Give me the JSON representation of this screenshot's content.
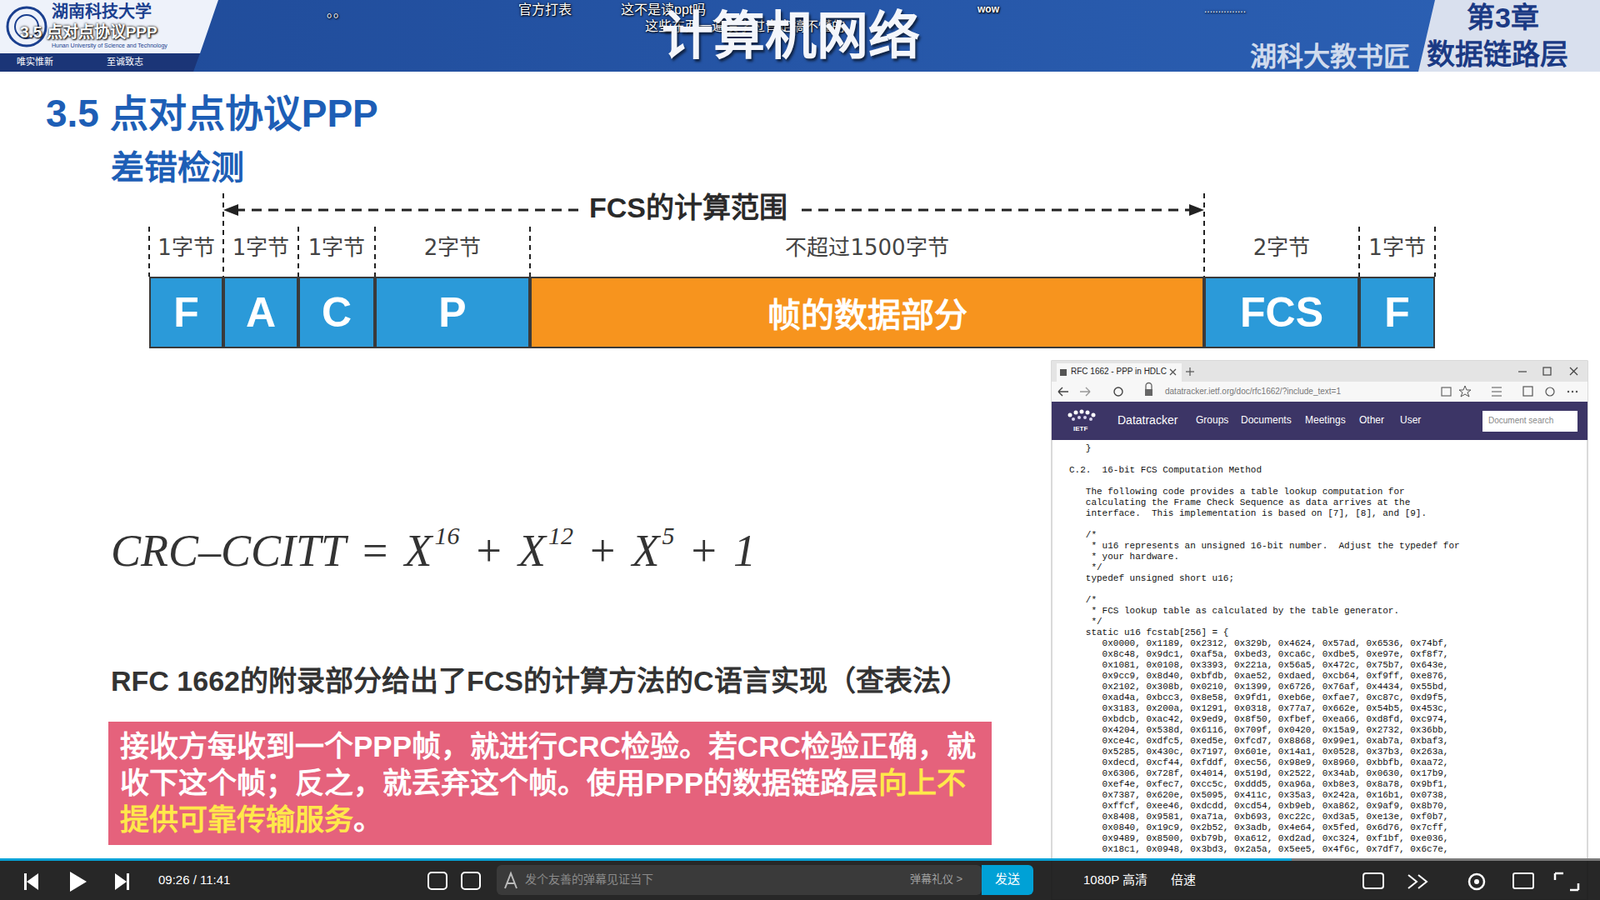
{
  "diagram": {
    "title": "3.5 点对点协议PPP",
    "nodes": [
      {
        "text": [
          "1字节",
          "F"
        ]
      },
      {
        "text": [
          "1字节",
          "A"
        ]
      },
      {
        "text": [
          "1字节",
          "C"
        ]
      },
      {
        "text": [
          "2字节",
          "P"
        ]
      },
      {
        "text": [
          "不超过1500字节",
          "帧的数据部分"
        ]
      },
      {
        "text": [
          "2字节",
          "FCS"
        ]
      },
      {
        "text": [
          "1字节",
          "F"
        ]
      },
      {
        "text": [
          "接收方每收到一个PPP帧，就进行CRC检验。若CRC检验正确，就收下这个帧；反之，就丢弃这个帧。使用PPP的数据链路层",
          "向上不提供可靠传输服务",
          "。"
        ]
      }
    ],
    "labels": [
      "3.5 点对点协议PPP",
      "湖南科技大学",
      "Hunan University of Science and Technology",
      "唯实惟新",
      "至诚致志",
      "。。",
      "官方打表",
      "这不是读ppt吗",
      "这些东西一遍没学过肯定搞不懂的",
      "计算机网络",
      "wow",
      "...............",
      "湖科大教书匠",
      "第3章",
      "数据链路层",
      "差错检测",
      "FCS的计算范围",
      "CRC–CCITT",
      "=",
      "X",
      "16",
      "+",
      "X",
      "12",
      "+",
      "X",
      "5",
      "+",
      "1",
      "RFC 1662的附录部分给出了FCS的计算方法的C语言实现（查表法）",
      "RFC 1662 - PPP in HDLC",
      "datatracker.ietf.org/doc/rfc1662/?include_text=1",
      "IETF",
      "Datatracker",
      "Groups",
      "Documents",
      "Meetings",
      "Other",
      "User",
      "Document search",
      "}",
      "C.2.",
      "16-bit FCS Computation Method",
      "The following code provides a table lookup computation for calculating the Frame Check Sequence as data arrives at the interface.  This implementation is based on [7], [8], and [9].",
      "/*",
      "* u16 represents an unsigned 16-bit number.  Adjust the typedef for",
      "* your hardware.",
      "*/",
      "typedef unsigned short u16;",
      "/*",
      "* FCS lookup table as calculated by the table generator.",
      "*/",
      "static u16 fcstab[256] = {",
      "0x0000, 0x1189, 0x2312, 0x329b, 0x4624, 0x57ad, 0x6536, 0x74bf,",
      "0x8c48, 0x9dc1, 0xaf5a, 0xbed3, 0xca6c, 0xdbe5, 0xe97e, 0xf8f7,",
      "0x1081, 0x0108, 0x3393, 0x221a, 0x56a5, 0x472c, 0x75b7, 0x643e,",
      "0x9cc9, 0x8d40, 0xbfdb, 0xae52, 0xdaed, 0xcb64, 0xf9ff, 0xe876,",
      "0x2102, 0x308b, 0x0210, 0x1399, 0x6726, 0x76af, 0x4434, 0x55bd,",
      "0xad4a, 0xbcc3, 0x8e58, 0x9fd1, 0xeb6e, 0xfae7, 0xc87c, 0xd9f5,",
      "0x3183, 0x200a, 0x1291, 0x0318, 0x77a7, 0x662e, 0x54b5, 0x453c,",
      "0xbdcb, 0xac42, 0x9ed9, 0x8f50, 0xfbef, 0xea66, 0xd8fd, 0xc974,",
      "0x4204, 0x538d, 0x6116, 0x709f, 0x0420, 0x15a9, 0x2732, 0x36bb,",
      "0xce4c, 0xdfc5, 0xed5e, 0xfcd7, 0x8868, 0x99e1, 0xab7a, 0xbaf3,",
      "0x5285, 0x430c, 0x7197, 0x601e, 0x14a1, 0x0528, 0x37b3, 0x263a,",
      "0xdecd, 0xcf44, 0xfddf, 0xec56, 0x98e9, 0x8960, 0xbbfb, 0xaa72,",
      "0x6306, 0x728f, 0x4014, 0x519d, 0x2522, 0x34ab, 0x0630, 0x17b9,",
      "0xef4e, 0xfec7, 0xcc5c, 0xddd5, 0xa96a, 0xb8e3, 0x8a78, 0x9bf1,",
      "0x7387, 0x620e, 0x5095, 0x411c, 0x35a3, 0x242a, 0x16b1, 0x0738,",
      "0xffcf, 0xee46, 0xdcdd, 0xcd54, 0xb9eb, 0xa862, 0x9af9, 0x8b70,",
      "0x8408, 0x9581, 0xa71a, 0xb693, 0xc22c, 0xd3a5, 0xe13e, 0xf0b7,",
      "0x0840, 0x19c9, 0x2b52, 0x3adb, 0x4e64, 0x5fed, 0x6d76, 0x7cff,",
      "0x9489, 0x8500, 0xb79b, 0xa612, 0xd2ad, 0xc324, 0xf1bf, 0xe036,",
      "0x18c1, 0x0948, 0x3bd3, 0x2a5a, 0x5ee5, 0x4f6c, 0x7df7, 0x6c7e,",
      "09:26 / 11:41",
      "发个友善的弹幕见证当下",
      "弹幕礼仪 >",
      "发送",
      "1080P 高清",
      "倍速"
    ]
  }
}
